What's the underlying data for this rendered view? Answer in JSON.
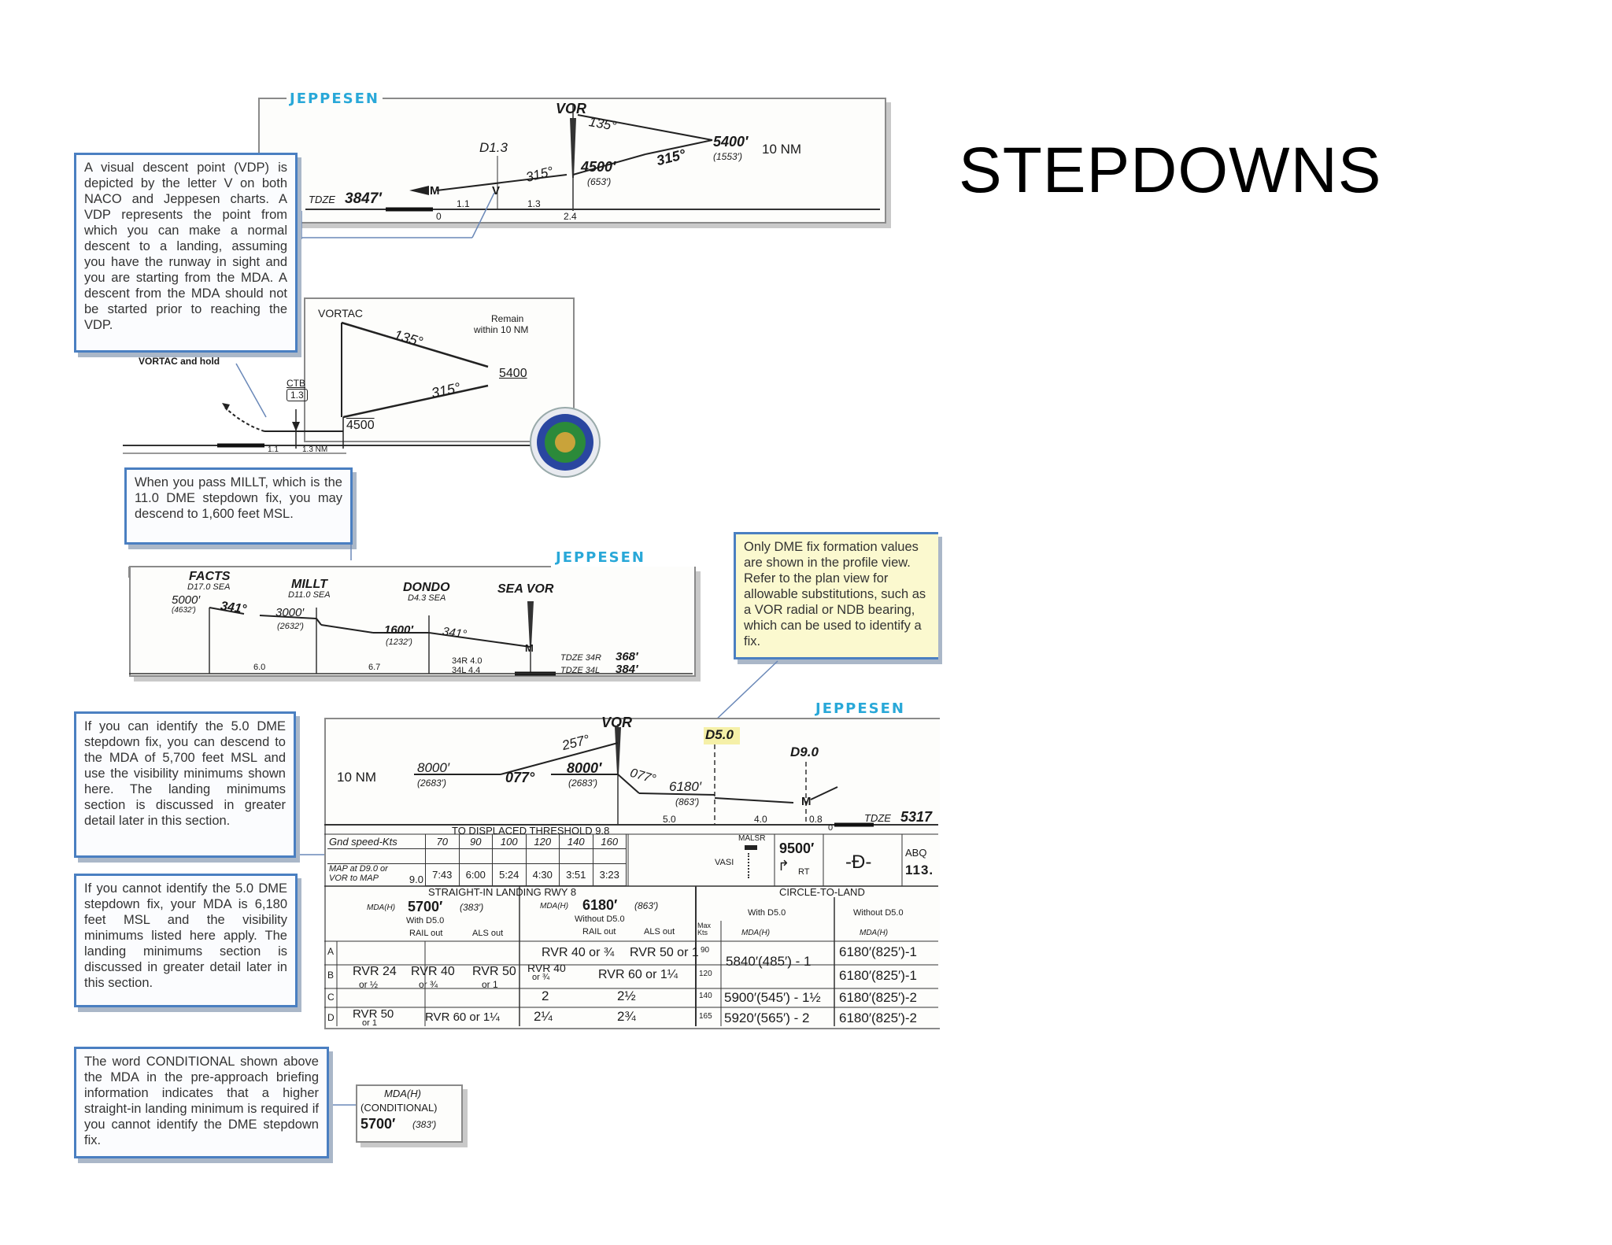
{
  "slide_title": "STEPDOWNS",
  "brand": "JEPPESEN",
  "callouts": {
    "vdp": "A visual descent point (VDP) is depicted by the letter V on both NACO and Jeppesen charts. A VDP represents the point from which you can make a normal descent to a landing, assuming you have the runway in sight and you are starting from the MDA. A descent from the MDA should not be started prior to reaching the VDP.",
    "millt": "When you pass MILLT, which is the 11.0 DME stepdown fix, you may descend to 1,600 feet MSL.",
    "dme_only": "Only DME fix formation values are shown in the profile view. Refer to the plan view for allowable substitutions, such as a VOR radial or NDB bearing, which can be used to identify a fix.",
    "can_identify": "If you can identify the 5.0 DME stepdown fix, you can descend to the MDA of 5,700 feet MSL and use the visibility minimums shown here. The landing minimums section is discussed in greater detail later in this section.",
    "cannot_identify": "If you cannot identify the 5.0 DME stepdown fix, your MDA is 6,180 feet MSL and the visibility minimums listed here apply. The landing minimums section is discussed in greater detail later in this section.",
    "conditional": "The word CONDITIONAL shown above the MDA in the pre-approach briefing information indicates that a higher straight-in landing minimum is required if you cannot identify the DME stepdown fix."
  },
  "chart1": {
    "vor": "VOR",
    "d13": "D1.3",
    "crs135": "135°",
    "crs315a": "315°",
    "crs315b": "315°",
    "alt5400": "5400′",
    "alt5400h": "(1553′)",
    "nm10": "10 NM",
    "alt4500": "4500′",
    "alt4500h": "(653′)",
    "tdze_label": "TDZE",
    "tdze_val": "3847′",
    "m": "M",
    "v": "V",
    "d11": "1.1",
    "d13b": "1.3",
    "d0": "0",
    "d24": "2.4"
  },
  "chart2": {
    "vortac": "VORTAC",
    "remain": "Remain",
    "within": "within 10 NM",
    "crs135": "135°",
    "crs315": "315°",
    "alt5400": "5400",
    "alt4500": "4500",
    "ctb": "CTB",
    "ctb_d": "1.3",
    "hold": "VORTAC and hold",
    "d11": "1.1",
    "d13": "1.3 NM"
  },
  "chart3": {
    "facts": "FACTS",
    "facts_d": "D17.0 SEA",
    "millt": "MILLT",
    "millt_d": "D11.0 SEA",
    "dondo": "DONDO",
    "dondo_d": "D4.3 SEA",
    "seavor": "SEA VOR",
    "alt5000": "5000′",
    "alt5000h": "(4632′)",
    "crs341a": "341°",
    "alt3000": "3000′",
    "alt3000h": "(2632′)",
    "alt1600": "1600′",
    "alt1600h": "(1232′)",
    "crs341b": "341°",
    "rwy34r": "34R 4.0",
    "rwy34l": "34L 4.4",
    "tdze34r_label": "TDZE 34R",
    "tdze34r": "368′",
    "tdze34l_label": "TDZE 34L",
    "tdze34l": "384′",
    "m": "M",
    "d60": "6.0",
    "d67": "6.7"
  },
  "chart4": {
    "vor": "VOR",
    "d50": "D5.0",
    "d90": "D9.0",
    "crs257": "257°",
    "crs077a": "077°",
    "crs077b": "077°",
    "nm10": "10 NM",
    "alt8000a": "8000′",
    "alt8000ah": "(2683′)",
    "alt8000b": "8000′",
    "alt8000bh": "(2683′)",
    "alt6180": "6180′",
    "alt6180h": "(863′)",
    "tdze_label": "TDZE",
    "tdze_val": "5317",
    "d50b": "5.0",
    "d40": "4.0",
    "d08": "0.8",
    "d0": "0",
    "m": "M",
    "threshold": "TO DISPLACED THRESHOLD 9.8",
    "gnd_speed": "Gnd speed-Kts",
    "speeds": [
      "70",
      "90",
      "100",
      "120",
      "140",
      "160"
    ],
    "map_label1": "MAP at D9.0 or",
    "map_label2": "VOR to MAP",
    "map_dist": "9.0",
    "times": [
      "7:43",
      "6:00",
      "5:24",
      "4:30",
      "3:51",
      "3:23"
    ],
    "malsr": "MALSR",
    "vasi": "VASI",
    "alt9500": "9500′",
    "rt": "RT",
    "abq": "ABQ",
    "freq": "113.",
    "straight_in": "STRAIGHT-IN LANDING RWY 8",
    "circle": "CIRCLE-TO-LAND",
    "mda_h": "MDA(H)",
    "mda5700": "5700′",
    "mda5700h": "(383′)",
    "with_d50": "With D5.0",
    "mda6180": "6180′",
    "mda6180h": "(863′)",
    "without_d50": "Without D5.0",
    "rail_out": "RAIL out",
    "als_out": "ALS out",
    "max_kts": "Max Kts",
    "cats": [
      "A",
      "B",
      "C",
      "D"
    ],
    "speeds_c": [
      "90",
      "120",
      "140",
      "165"
    ],
    "rvr24": "RVR 24",
    "or_half": "or ½",
    "rvr40": "RVR 40",
    "or_3q": "or ¾",
    "rvr50": "RVR 50",
    "or_1": "or 1",
    "rvr40b": "RVR 40 or ¾",
    "rvr50b": "RVR 50 or 1",
    "rvr40c": "RVR 40",
    "or_3qc": "or ¾",
    "rvr60": "RVR 60 or 1¼",
    "v2": "2",
    "v2half": "2½",
    "rvr50d": "RVR 50",
    "or_1d": "or 1",
    "rvr60d": "RVR 60 or 1¼",
    "v2q": "2¼",
    "v2tq": "2¾",
    "circ_with": "With D5.0",
    "circ_without": "Without D5.0",
    "c_mda": "MDA(H)",
    "c1": "5840′(485′) - 1",
    "c3": "5900′(545′) - 1½",
    "c4": "5920′(565′) - 2",
    "w1": "6180′(825′)-1",
    "w2": "6180′(825′)-1",
    "w3": "6180′(825′)-2",
    "w4": "6180′(825′)-2"
  },
  "mda_box": {
    "line1": "MDA(H)",
    "line2": "(CONDITIONAL)",
    "line3": "5700′",
    "line3h": "(383′)"
  }
}
